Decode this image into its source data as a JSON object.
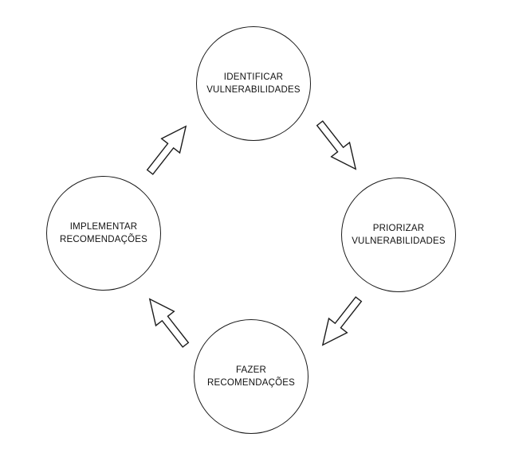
{
  "diagram": {
    "type": "cycle",
    "colors": {
      "node_stroke": "#1c1c1c",
      "node_fill": "#ffffff",
      "background": "#ffffff",
      "text": "#111111"
    },
    "nodes": [
      {
        "id": "identificar-vulnerabilidades",
        "position": "top",
        "lines": [
          "IDENTIFICAR",
          "VULNERABILIDADES"
        ]
      },
      {
        "id": "priorizar-vulnerabilidades",
        "position": "right",
        "lines": [
          "PRIORIZAR",
          "VULNERABILIDADES"
        ]
      },
      {
        "id": "fazer-recomendacoes",
        "position": "bottom",
        "lines": [
          "FAZER",
          "RECOMENDAÇÕES"
        ]
      },
      {
        "id": "implementar-recomendacoes",
        "position": "left",
        "lines": [
          "IMPLEMENTAR",
          "RECOMENDAÇÕES"
        ]
      }
    ],
    "arrows": [
      {
        "from": "implementar-recomendacoes",
        "to": "identificar-vulnerabilidades",
        "direction": "up-right"
      },
      {
        "from": "identificar-vulnerabilidades",
        "to": "priorizar-vulnerabilidades",
        "direction": "down-right"
      },
      {
        "from": "priorizar-vulnerabilidades",
        "to": "fazer-recomendacoes",
        "direction": "down-left"
      },
      {
        "from": "fazer-recomendacoes",
        "to": "implementar-recomendacoes",
        "direction": "up-left"
      }
    ]
  }
}
